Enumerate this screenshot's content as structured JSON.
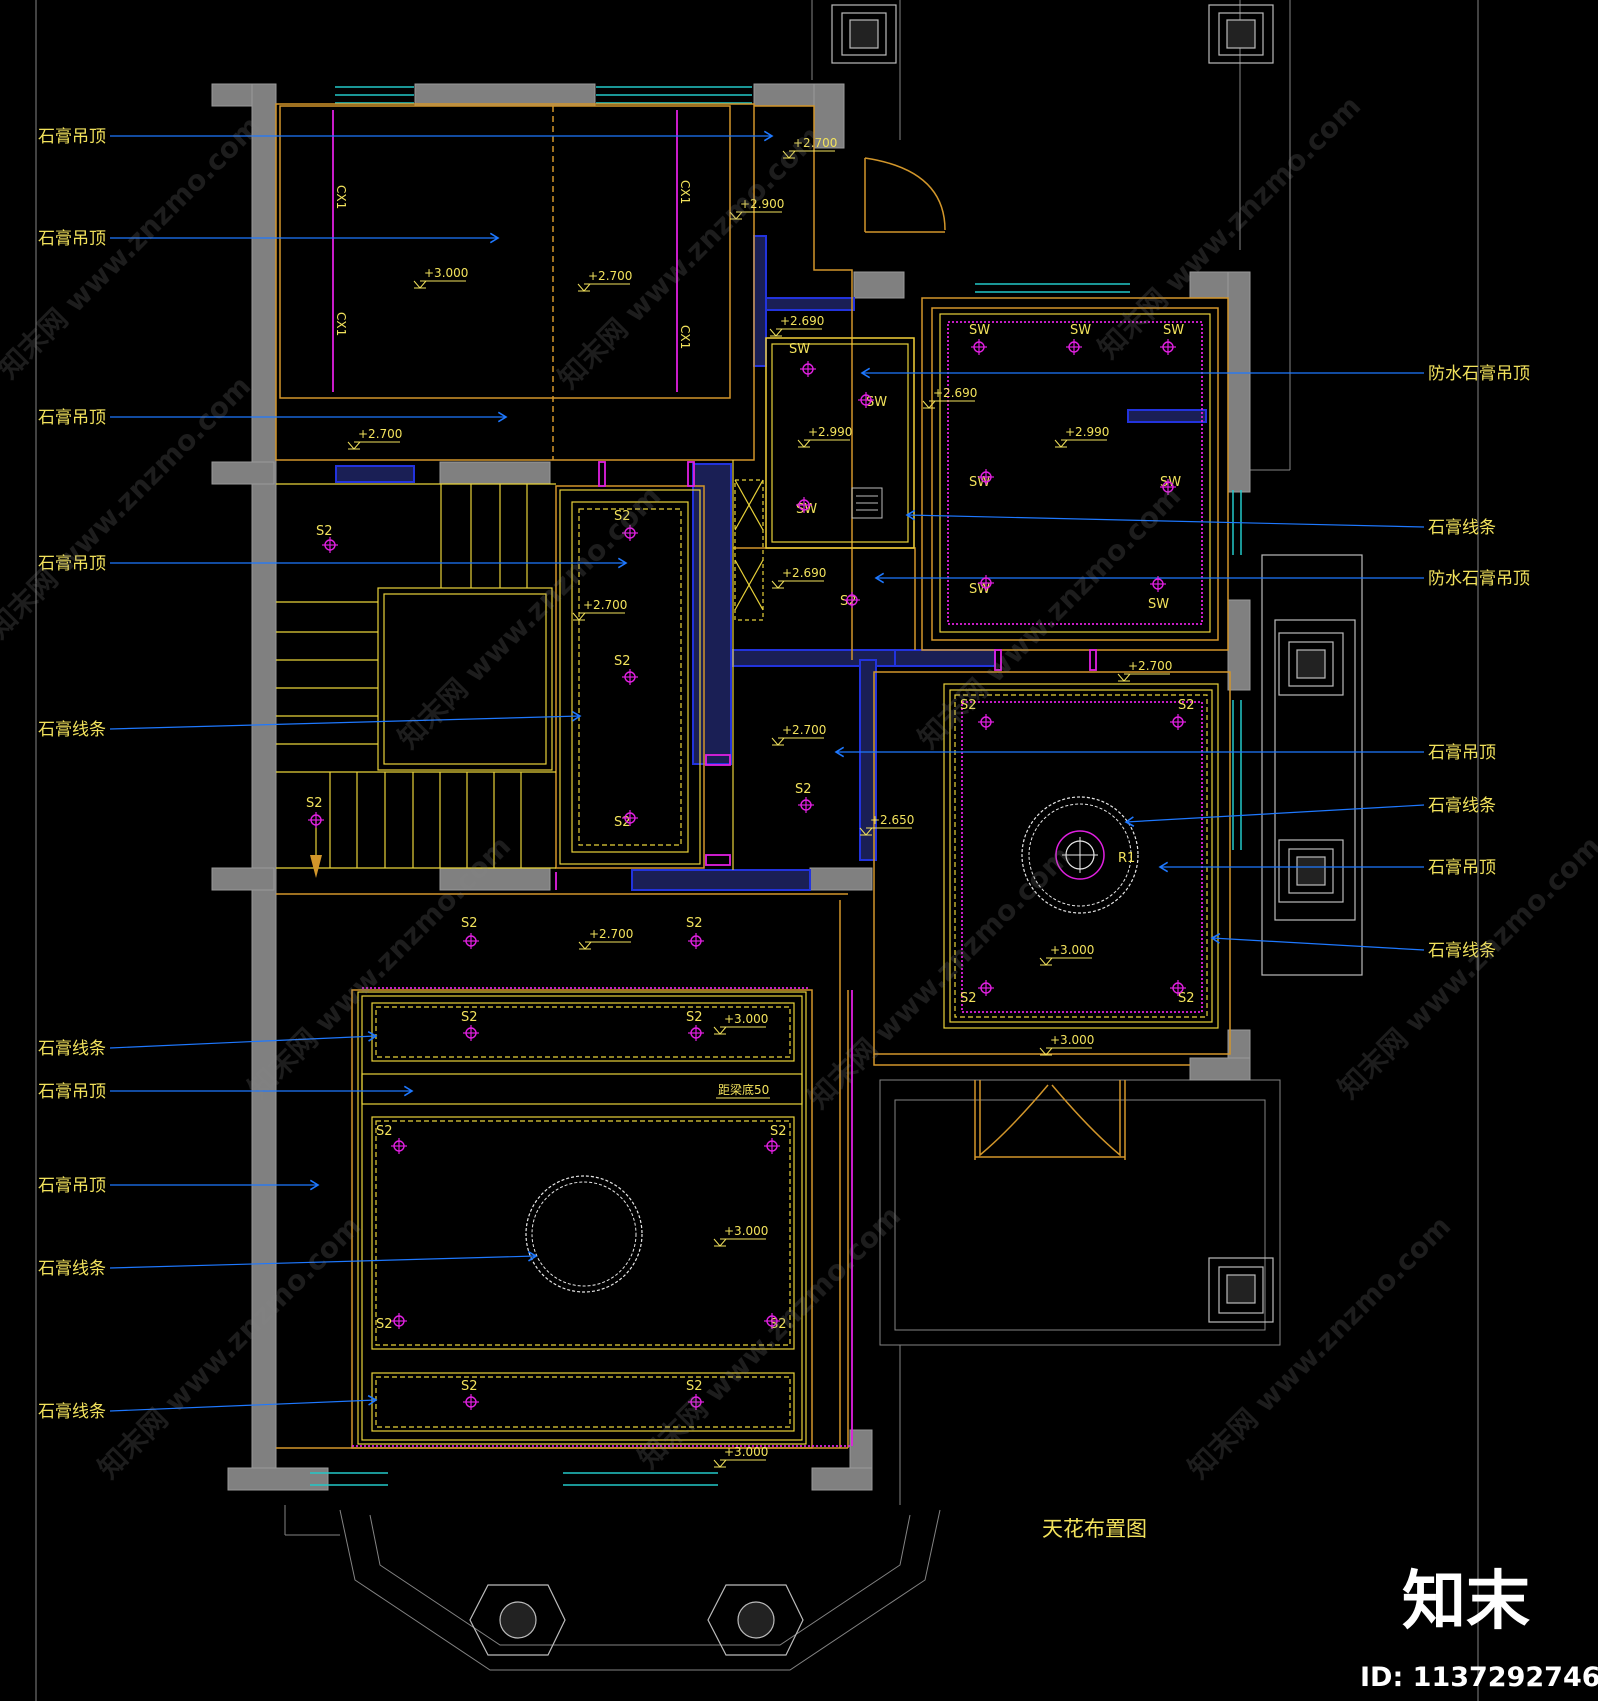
{
  "drawing": {
    "title": "天花布置图",
    "brand": "知末",
    "id_text": "ID: 1137292746",
    "watermark": "知末网 www.znzmo.com",
    "colors": {
      "background": "#000000",
      "wall": "#808080",
      "line_yellow": "#e8d23a",
      "line_orange": "#d2962a",
      "line_magenta": "#e020e0",
      "line_blue": "#2233dd",
      "line_cyan": "#22c8c8",
      "leader": "#1e78ff",
      "text": "#f2e25c"
    }
  },
  "labels_left": [
    "石膏吊顶",
    "石膏吊顶",
    "石膏吊顶",
    "石膏吊顶",
    "石膏线条",
    "石膏线条",
    "石膏吊顶",
    "石膏吊顶",
    "石膏线条",
    "石膏线条"
  ],
  "labels_right": [
    "防水石膏吊顶",
    "石膏线条",
    "防水石膏吊顶",
    "石膏吊顶",
    "石膏线条",
    "石膏吊顶",
    "石膏线条"
  ],
  "elevations": [
    "+2.700",
    "+2.900",
    "+3.000",
    "+2.700",
    "+2.690",
    "+2.690",
    "+2.990",
    "+2.990",
    "+2.700",
    "+2.690",
    "+2.700",
    "+2.700",
    "+2.700",
    "+2.650",
    "+2.700",
    "+3.000",
    "+3.000",
    "+3.000",
    "+3.000",
    "+3.000"
  ],
  "beam_note": "距梁底50",
  "fixture_codes": {
    "s2": "S2",
    "sw": "SW",
    "cx": "CX1",
    "radius": "R1"
  }
}
